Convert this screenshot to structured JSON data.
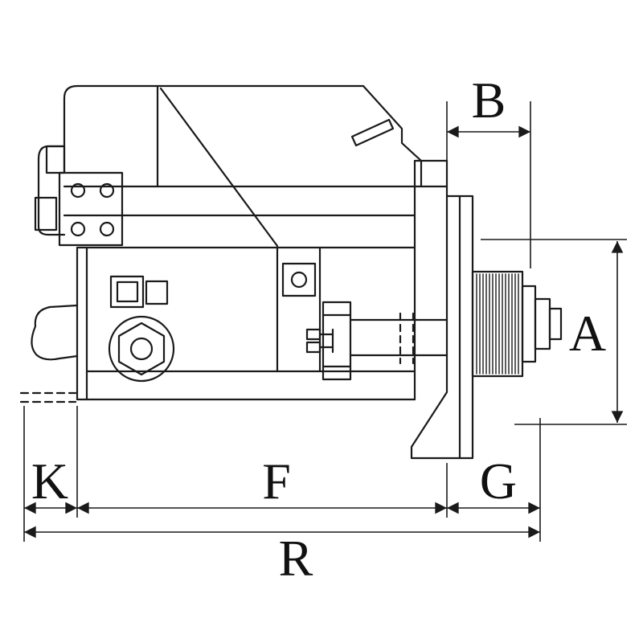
{
  "diagram": {
    "colors": {
      "line": "#1a1a1a",
      "background": "#ffffff"
    },
    "labels": {
      "b": "B",
      "a": "A",
      "k": "K",
      "f": "F",
      "g": "G",
      "r": "R"
    }
  }
}
